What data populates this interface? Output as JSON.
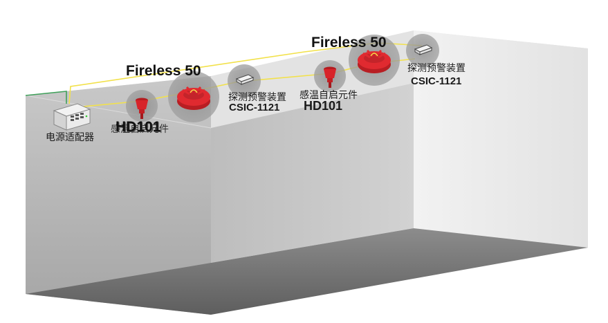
{
  "labels": {
    "power_adapter": "电源适配器",
    "fireless_left": "Fireless 50",
    "fireless_right": "Fireless 50",
    "hd_left_caption": "感温自启元件",
    "hd_left_model": "HD101",
    "hd_right_caption": "感温自启元件",
    "hd_right_model": "HD101",
    "csic_left_caption": "探测预警装置",
    "csic_left_model": "CSIC-1121",
    "csic_right_caption": "探测预警装置",
    "csic_right_model": "CSIC-1121"
  },
  "colors": {
    "wire": "#f2e14a",
    "extinguisher": "#d8242a",
    "halo": "#9a9a9a",
    "ground_wire": "#3fa05a"
  }
}
